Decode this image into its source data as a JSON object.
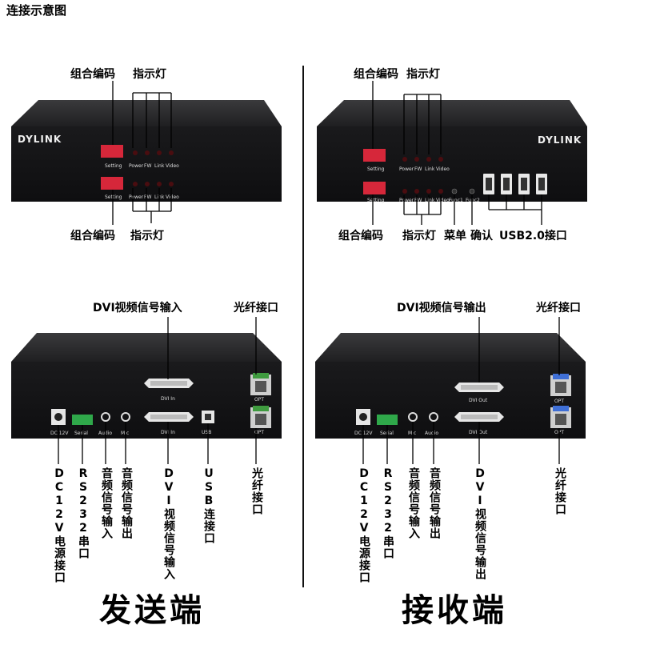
{
  "title": "连接示意图",
  "brand": "DYLINK",
  "tx": {
    "label": "发送端",
    "front": {
      "top_label_code": "组合编码",
      "top_label_led": "指示灯",
      "bottom_label_code": "组合编码",
      "bottom_label_led": "指示灯",
      "setting": "Setting",
      "leds": [
        "Power",
        "FW",
        "Link",
        "Video"
      ]
    },
    "rear": {
      "dvi_in_label": "DVI视频信号输入",
      "fiber_label": "光纤接口",
      "port_dc": "DC 12V",
      "port_serial": "Serial",
      "port_audio": "Audio",
      "port_mic": "Mic",
      "port_dvi_top": "DVI In",
      "port_dvi_bottom": "DVI In",
      "port_usb": "USB",
      "port_opt": "OPT",
      "v_dc": "DC12V电源接口",
      "v_rs232": "RS232串口",
      "v_audio_in": "音频信号输入",
      "v_audio_out": "音频信号输出",
      "v_dvi_in": "DVI视频信号输入",
      "v_usb": "USB连接口",
      "v_fiber": "光纤接口"
    }
  },
  "rx": {
    "label": "接收端",
    "front": {
      "top_label_code": "组合编码",
      "top_label_led": "指示灯",
      "bottom_label_code": "组合编码",
      "bottom_label_led": "指示灯",
      "label_menu": "菜单",
      "label_confirm": "确认",
      "label_usb": "USB2.0接口",
      "setting": "Setting",
      "leds": [
        "Power",
        "FW",
        "Link",
        "Video"
      ],
      "func1": "Func1",
      "func2": "Func2"
    },
    "rear": {
      "dvi_out_label": "DVI视频信号输出",
      "fiber_label": "光纤接口",
      "port_dc": "DC 12V",
      "port_serial": "Serial",
      "port_mic": "Mic",
      "port_audio": "Audio",
      "port_dvi_top": "DVI Out",
      "port_dvi_bottom": "DVI Out",
      "port_opt": "OPT",
      "v_dc": "DC12V电源接口",
      "v_rs232": "RS232串口",
      "v_audio_in": "音频信号输入",
      "v_audio_out": "音频信号输出",
      "v_dvi_out": "DVI视频信号输出",
      "v_fiber": "光纤接口"
    }
  },
  "colors": {
    "chassis": "#1d1d1f",
    "chassis_top": "#2c2c2e",
    "dip": "#d6273a",
    "fiber_tx": "#3f9b3f",
    "fiber_rx": "#3f6fd6"
  }
}
